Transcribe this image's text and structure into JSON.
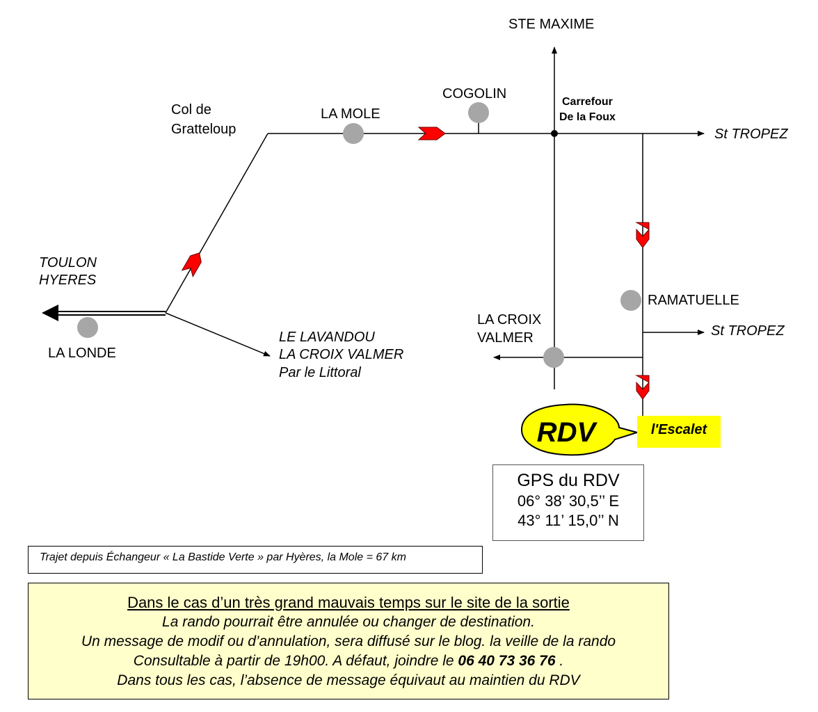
{
  "places": {
    "ste_maxime": "STE MAXIME",
    "cogolin": "COGOLIN",
    "la_mole": "LA MOLE",
    "col_line1": "Col de",
    "col_line2": "Gratteloup",
    "carrefour_line1": "Carrefour",
    "carrefour_line2": "De la Foux",
    "st_tropez_top": "St TROPEZ",
    "st_tropez_mid": "St TROPEZ",
    "toulon": "TOULON",
    "hyeres": "HYERES",
    "la_londe": "LA LONDE",
    "lavandou_line1": "LE LAVANDOU",
    "lavandou_line2": "LA CROIX VALMER",
    "lavandou_line3": "Par le Littoral",
    "ramatuelle": "RAMATUELLE",
    "croix_line1": "LA CROIX",
    "croix_line2": "VALMER"
  },
  "rdv": {
    "bubble": "RDV",
    "spot": "l'Escalet"
  },
  "gps": {
    "title": "GPS du RDV",
    "lon": "06° 38’ 30,5’’ E",
    "lat": "43° 11’ 15,0’’ N"
  },
  "trajet": "Trajet depuis Échangeur « La Bastide Verte » par Hyères, la Mole =  67 km",
  "notice": {
    "heading": "Dans le cas d’un très grand mauvais temps sur le site de la sortie",
    "line1": "La rando pourrait être annulée ou changer de destination.",
    "line2": "Un message de modif ou d’annulation, sera diffusé sur le blog. la veille de la rando",
    "line3_pre": "Consultable à partir de 19h00.  A défaut, joindre le ",
    "phone": "06 40 73 36 76",
    "line3_post": " .",
    "line4": "Dans tous les cas, l’absence de message équivaut au maintien du RDV"
  },
  "colors": {
    "road": "#000000",
    "direction_arrow": "#ff0000",
    "town_dot": "#a6a6a6",
    "rdv_bubble": "#ffff00",
    "notice_bg": "#ffffcc"
  }
}
